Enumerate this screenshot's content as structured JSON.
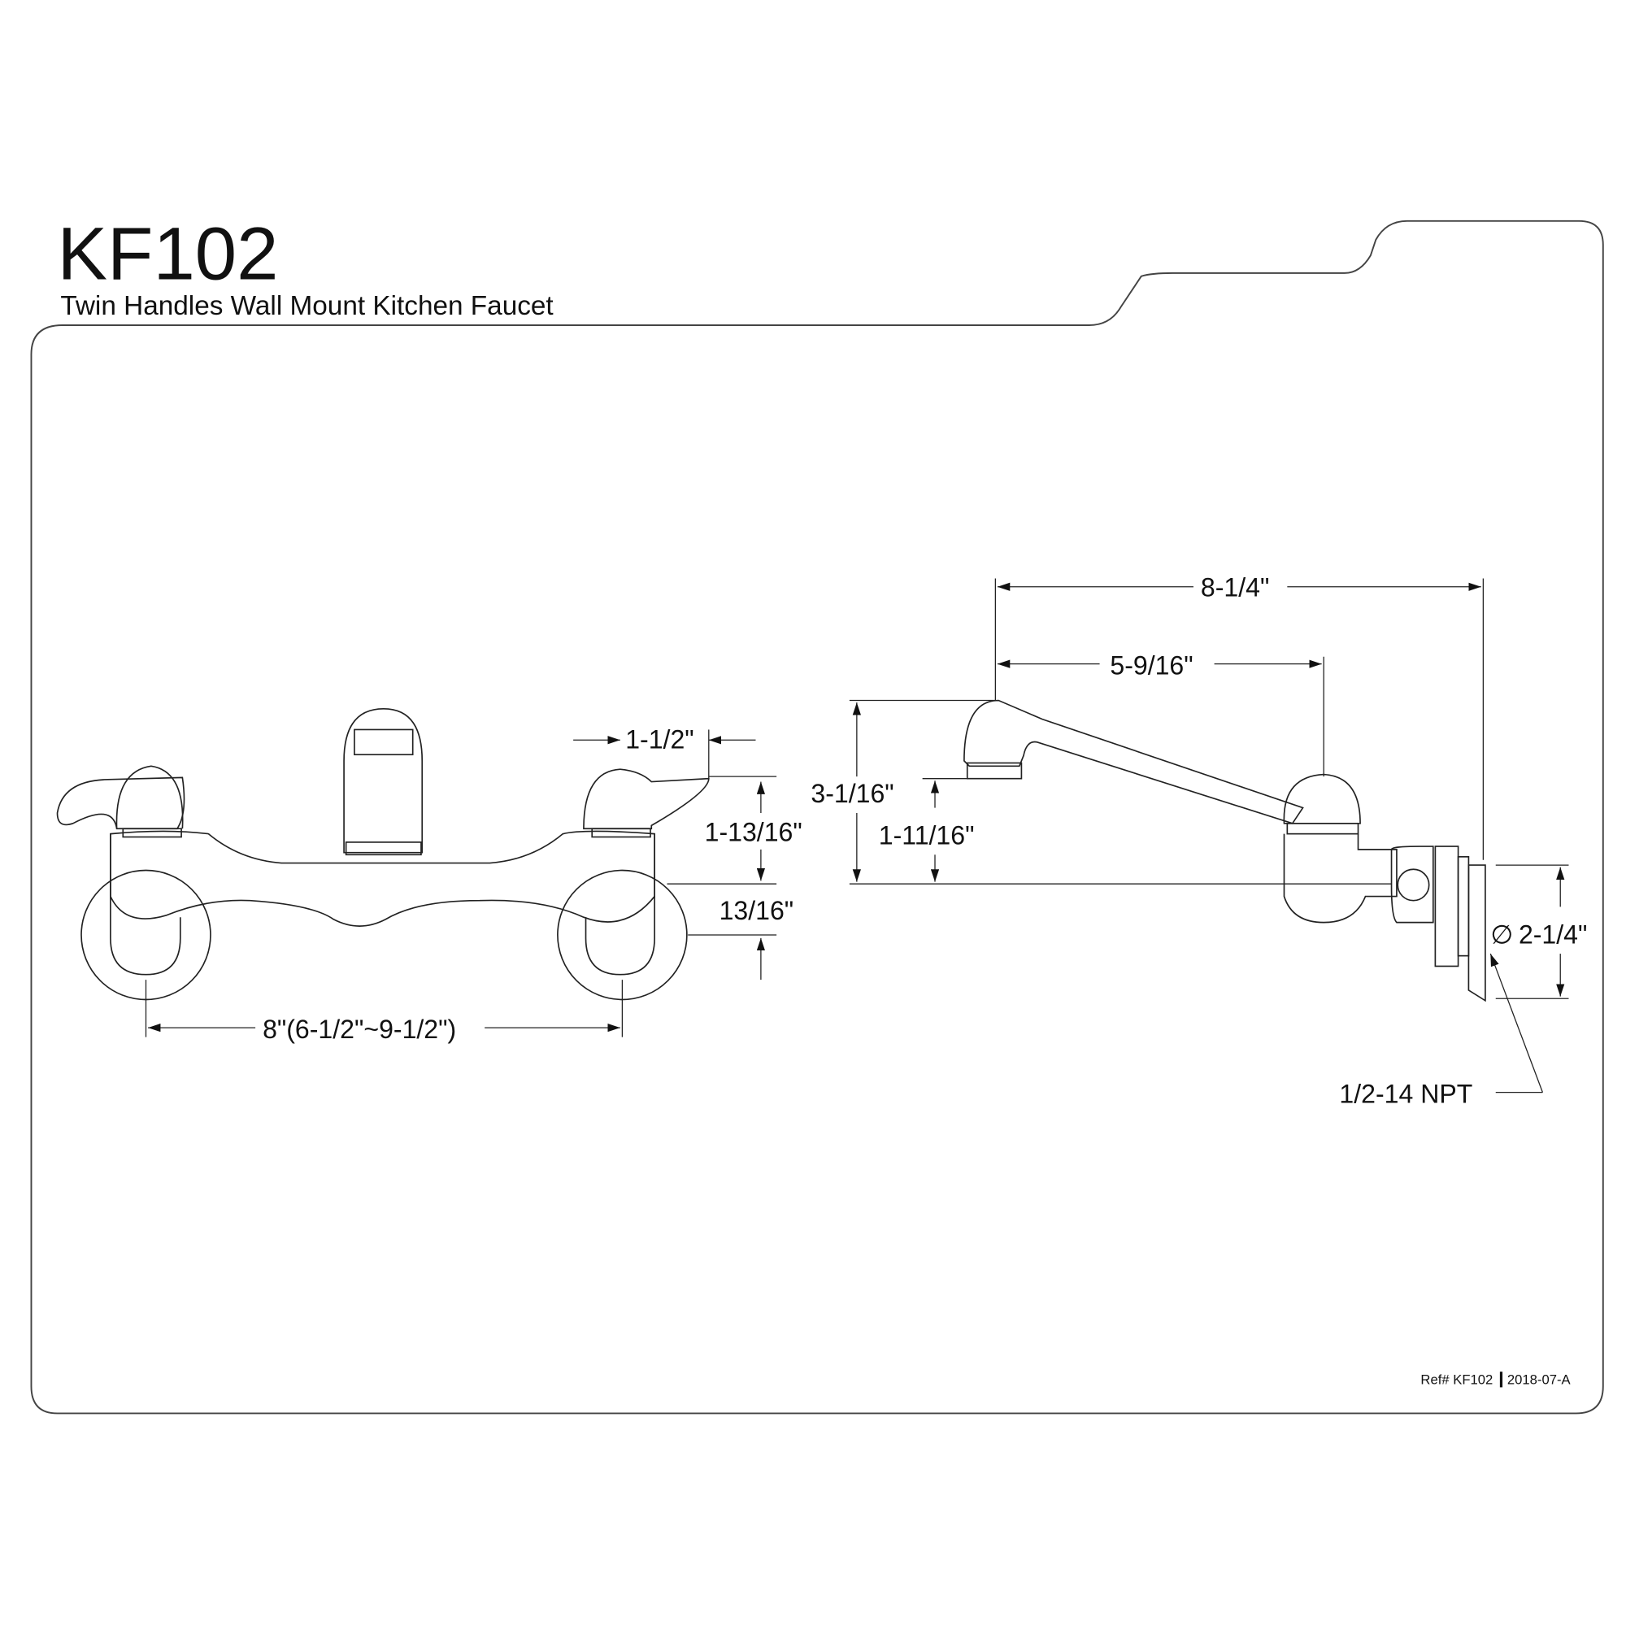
{
  "header": {
    "model": "KF102",
    "subtitle": "Twin Handles Wall Mount Kitchen Faucet"
  },
  "front_view": {
    "handle_width": "1-1/2\"",
    "handle_height": "1-13/16\"",
    "body_to_center": "13/16\"",
    "center_spacing": "8\"(6-1/2\"~9-1/2\")"
  },
  "side_view": {
    "overall_reach": "8-1/4\"",
    "spout_reach": "5-9/16\"",
    "spout_height": "3-1/16\"",
    "outlet_height": "1-11/16\"",
    "flange_diameter": "2-1/4\"",
    "diameter_symbol": "∅",
    "thread": "1/2-14 NPT"
  },
  "footer": {
    "ref": "Ref# KF102",
    "revision": "2018-07-A"
  }
}
